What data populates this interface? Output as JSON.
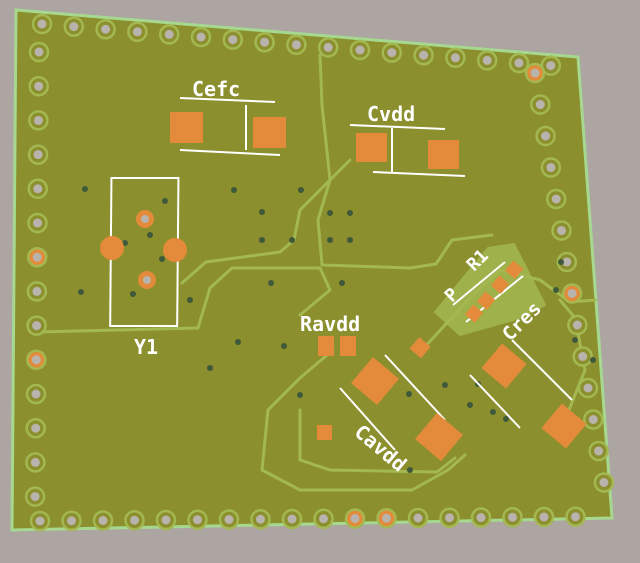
{
  "board": {
    "colors": {
      "background": "#aca5a1",
      "board": "#8c8f2e",
      "board_edge": "#a6d98f",
      "copper_trace": "#a3b850",
      "pad": "#e38b3a",
      "drill": "#b9b3ae",
      "silkscreen": "#ffffff",
      "via": "#3f5a3a"
    }
  },
  "labels": {
    "cefc": "Cefc",
    "cvdd": "Cvdd",
    "y1": "Y1",
    "ravdd": "Ravdd",
    "cavdd": "Cavdd",
    "r1": "R1",
    "p": "P",
    "cres": "Cres"
  }
}
